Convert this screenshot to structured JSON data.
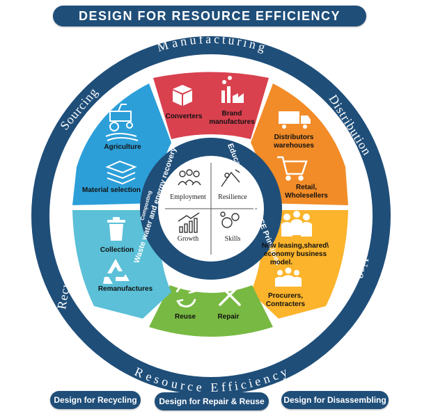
{
  "title": "DESIGN FOR RESOURCE EFFICIENCY",
  "outer_ring": {
    "manufacturing": "Manufacturing",
    "distribution": "Distribution",
    "use": "Use",
    "resource_efficiency": "Resource Efficiency",
    "recycling": "Recycling",
    "sourcing": "Sourcing"
  },
  "inner_ring": {
    "education": "Education &Embeded CE Principles",
    "waste": "Waste water and energy recovery",
    "composting": "Composting"
  },
  "center": {
    "employment": "Employment",
    "resilience": "Resilience",
    "growth": "Growth",
    "skills": "Skills"
  },
  "segments": {
    "red": {
      "label1": "Converters",
      "label2_line1": "Brand",
      "label2_line2": "manufactures",
      "color": "#d9414f"
    },
    "orange": {
      "label1_line1": "Distributors",
      "label1_line2": "warehouses",
      "label2_line1": "Retail,",
      "label2_line2": "Wholesellers",
      "color": "#f28c28"
    },
    "yellow": {
      "label1_line1": "New leasing,shared\\",
      "label1_line2": "economy business",
      "label1_line3": "model.",
      "label2_line1": "Procurers,",
      "label2_line2": "Contracters",
      "color": "#fbb42c"
    },
    "green": {
      "label1": "Reuse",
      "label2": "Repair",
      "color": "#78b943"
    },
    "teal": {
      "label1": "Collection",
      "label2": "Remanufactures",
      "color": "#5bc0d8"
    },
    "blue": {
      "label1": "Agriculture",
      "label2": "Material selection",
      "color": "#2c9fd9"
    }
  },
  "footer": {
    "recycling": "Design for Recycling",
    "repair": "Design for Repair & Reuse",
    "disassembling": "Design for Disassembling"
  },
  "colors": {
    "navy": "#1f4e79"
  }
}
